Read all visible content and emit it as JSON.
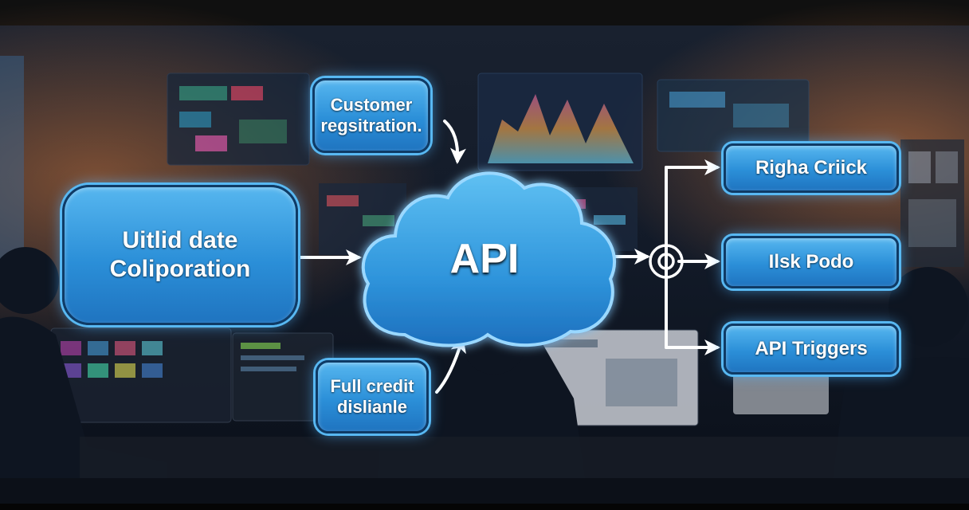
{
  "diagram": {
    "center_label": "API",
    "nodes": {
      "left": {
        "line1": "Uitlid date",
        "line2": "Coliporation"
      },
      "top": {
        "line1": "Customer",
        "line2": "regsitration."
      },
      "bottom": {
        "line1": "Full credit",
        "line2": "dislianle"
      },
      "right_1": {
        "label": "Righa Criick"
      },
      "right_2": {
        "label": "Ilsk Podo"
      },
      "right_3": {
        "label": "API Triggers"
      }
    }
  },
  "colors": {
    "node_fill": "#2b8fd8",
    "node_glow": "#58b8f2",
    "arrow": "#ffffff",
    "background": "#0b1220"
  }
}
